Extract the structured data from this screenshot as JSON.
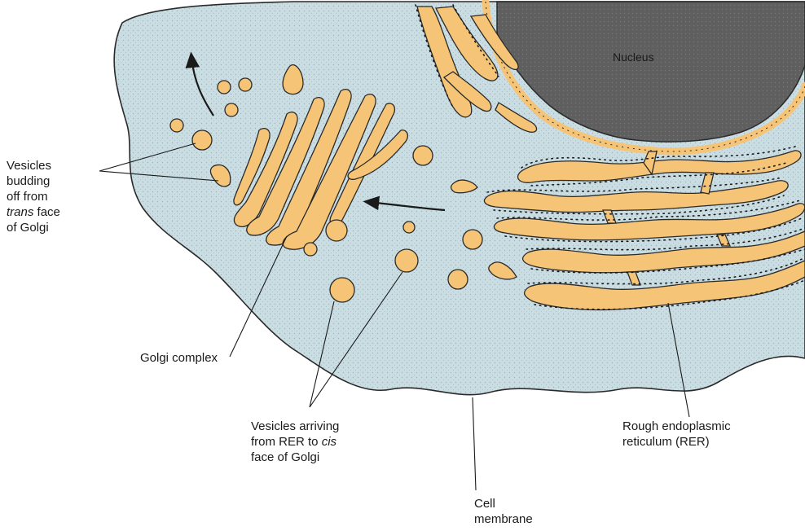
{
  "labels": {
    "nucleus": "Nucleus",
    "vesicles_budding": {
      "line1": "Vesicles",
      "line2": "budding",
      "line3": "off from",
      "line4_italic": "trans",
      "line4_rest": " face",
      "line5": "of Golgi"
    },
    "golgi_complex": "Golgi complex",
    "vesicles_arriving": {
      "line1": "Vesicles arriving",
      "line2_prefix": "from RER to ",
      "line2_italic": "cis",
      "line3": "face of Golgi"
    },
    "cell_membrane": {
      "line1": "Cell",
      "line2": "membrane"
    },
    "rer": {
      "line1": "Rough endoplasmic",
      "line2": "reticulum (RER)"
    }
  },
  "colors": {
    "cytoplasm": "#c9dde3",
    "organelle": "#f6c476",
    "nucleus": "#5f5f5f",
    "outline": "#2a2a2a"
  }
}
